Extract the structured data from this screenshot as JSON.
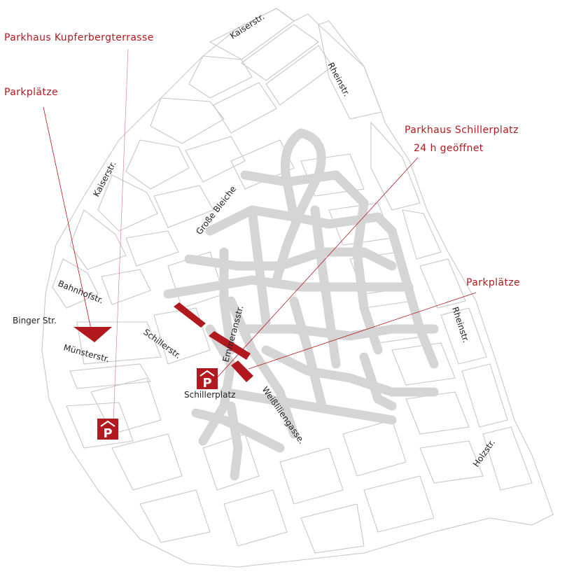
{
  "callouts": {
    "kupferberg": "Parkhaus Kupferbergterrasse",
    "parkplaetze_left": "Parkplätze",
    "schillerplatz_garage": "Parkhaus Schillerplatz",
    "schillerplatz_hours": "24 h geöffnet",
    "parkplaetze_right": "Parkplätze"
  },
  "streets": {
    "kaiserstr_top": "Kaiserstr.",
    "rheinstr_top": "Rheinstr.",
    "kaiserstr_left": "Kaiserstr.",
    "grosse_bleiche": "Große Bleiche",
    "bahnhofstr": "Bahnhofstr.",
    "binger_str": "Binger Str.",
    "schillerstr": "Schillerstr.",
    "muensterstr": "Münsterstr.",
    "emmeransstr": "Emmeransstr.",
    "weisslilienggasse": "Weißliliengasse.",
    "rheinstr_right": "Rheinstr.",
    "holzstr": "Holzstr."
  },
  "places": {
    "schillerplatz": "Schillerplatz"
  },
  "parking_icon_letter": "P",
  "colors": {
    "accent_red": "#b2191e",
    "pedestrian_zone": "#d5d5d6",
    "block_outline": "#c8c8c8",
    "label_text": "#222222"
  }
}
